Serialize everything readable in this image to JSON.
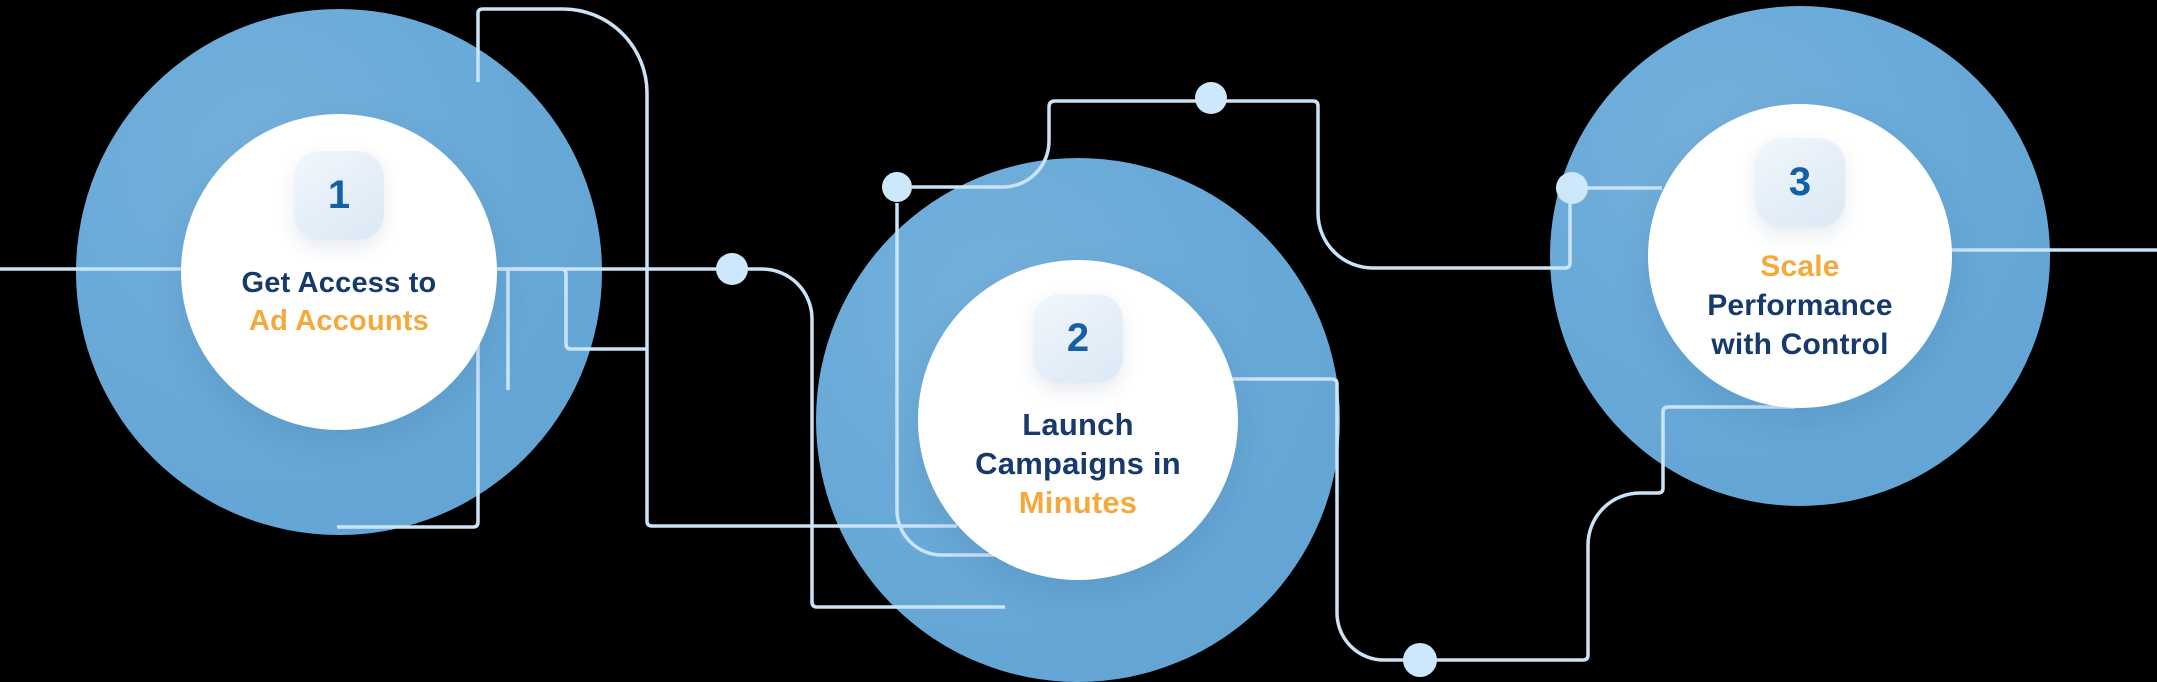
{
  "diagram": {
    "title": "Three step process infographic",
    "background": "#000000",
    "colors": {
      "ring_blue": "#67a8d7",
      "inner_circle": "#ffffff",
      "circuit_line": "#cbe3f7",
      "connector_dot": "#cde7fb",
      "heading_navy": "#17396b",
      "heading_orange": "#f4a93c",
      "badge_background": "#e7f0f9",
      "badge_number": "#1460a7"
    },
    "steps": [
      {
        "number": "1",
        "lines": [
          {
            "text": "Get Access to",
            "color": "navy"
          },
          {
            "text": "Ad Accounts",
            "color": "orange"
          }
        ]
      },
      {
        "number": "2",
        "lines": [
          {
            "text": "Launch",
            "color": "navy"
          },
          {
            "text": "Campaigns in",
            "color": "navy"
          },
          {
            "text": "Minutes",
            "color": "orange"
          }
        ]
      },
      {
        "number": "3",
        "lines": [
          {
            "text": "Scale",
            "color": "orange"
          },
          {
            "text": "Performance",
            "color": "navy"
          },
          {
            "text": "with Control",
            "color": "navy"
          }
        ]
      }
    ]
  }
}
